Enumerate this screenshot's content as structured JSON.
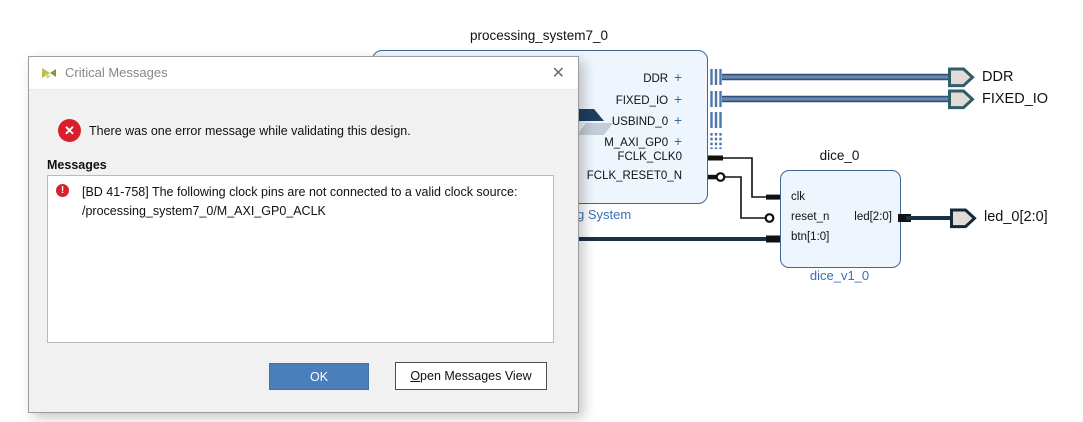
{
  "dialog": {
    "title": "Critical Messages",
    "close_glyph": "✕",
    "error_icon_glyph": "✕",
    "summary": "There was one error message while validating this design.",
    "messages_label": "Messages",
    "msg_icon_glyph": "!",
    "message_line1": "[BD 41-758] The following clock pins are not connected to a valid clock source:",
    "message_line2": "/processing_system7_0/M_AXI_GP0_ACLK",
    "ok_label": "OK",
    "open_messages_mnemonic": "O",
    "open_messages_rest": "pen Messages View"
  },
  "diagram": {
    "ps7": {
      "instance": "processing_system7_0",
      "type_label_partial": "g System",
      "trademark": "™",
      "plus": "+",
      "interface_ports": [
        {
          "label": "DDR"
        },
        {
          "label": "FIXED_IO"
        },
        {
          "label": "USBIND_0"
        },
        {
          "label": "M_AXI_GP0"
        }
      ],
      "pin_ports": [
        {
          "label": "FCLK_CLK0"
        },
        {
          "label": "FCLK_RESET0_N"
        }
      ]
    },
    "dice": {
      "instance": "dice_0",
      "type": "dice_v1_0",
      "left_ports": [
        {
          "label": "clk"
        },
        {
          "label": "reset_n"
        },
        {
          "label": "btn[1:0]"
        }
      ],
      "right_ports": [
        {
          "label": "led[2:0]"
        }
      ]
    },
    "external_ports": [
      {
        "label": "DDR"
      },
      {
        "label": "FIXED_IO"
      },
      {
        "label": "led_0[2:0]"
      }
    ]
  },
  "colors": {
    "accent_blue": "#4a7ebd",
    "error_red": "#da1f2c",
    "block_fill": "#eef5fc",
    "block_border": "#44639c",
    "bus_blue": "#6b87ad",
    "bus_edge": "#2e4f7a",
    "wire_navy": "#1b2f45",
    "type_label_blue": "#3a6fb5",
    "ext_port_fill": "#e2dad4",
    "ext_port_border": "#2f5d68"
  }
}
